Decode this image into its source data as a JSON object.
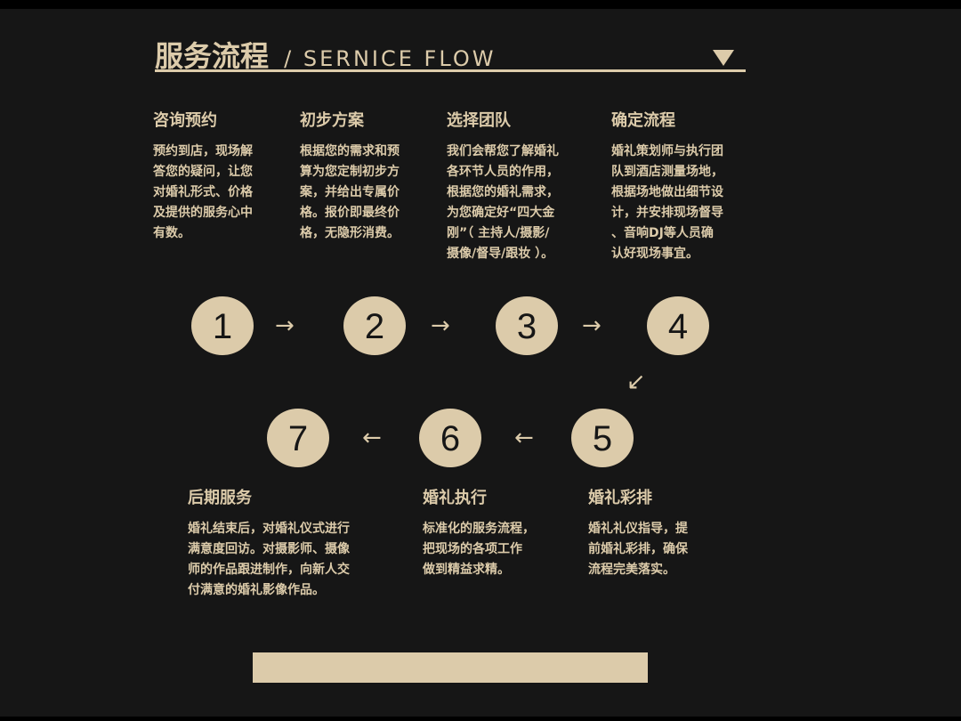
{
  "header": {
    "title": "服务流程",
    "slash": "/",
    "subtitle": "SERNICE FLOW"
  },
  "steps": [
    {
      "num": "1",
      "title": "咨询预约",
      "lines": [
        "预约到店，现场解",
        "答您的疑问，让您",
        "对婚礼形式、价格",
        "及提供的服务心中",
        "有数。"
      ]
    },
    {
      "num": "2",
      "title": "初步方案",
      "lines": [
        "根据您的需求和预",
        "算为您定制初步方",
        "案，并给出专属价",
        "格。报价即最终价",
        "格，无隐形消费。"
      ]
    },
    {
      "num": "3",
      "title": "选择团队",
      "lines": [
        "我们会帮您了解婚礼",
        "各环节人员的作用，",
        "根据您的婚礼需求，",
        "为您确定好“四大金",
        "刚”（ 主持人/摄影/",
        "摄像/督导/跟妆 ）。"
      ]
    },
    {
      "num": "4",
      "title": "确定流程",
      "lines": [
        "婚礼策划师与执行团",
        "队到酒店测量场地，",
        "根据场地做出细节设",
        "计，并安排现场督导",
        "、音响DJ等人员确",
        "认好现场事宜。"
      ]
    },
    {
      "num": "5",
      "title": "婚礼彩排",
      "lines": [
        "婚礼礼仪指导，提",
        "前婚礼彩排，确保",
        "流程完美落实。"
      ]
    },
    {
      "num": "6",
      "title": "婚礼执行",
      "lines": [
        "标准化的服务流程，",
        "把现场的各项工作",
        "做到精益求精。"
      ]
    },
    {
      "num": "7",
      "title": "后期服务",
      "lines": [
        "婚礼结束后，对婚礼仪式进行",
        "满意度回访。对摄影师、摄像",
        "师的作品跟进制作，向新人交",
        "付满意的婚礼影像作品。"
      ]
    }
  ],
  "arrows": {
    "right": "→",
    "left": "←",
    "down_left": "↙"
  },
  "colors": {
    "accent": "#dccbaa",
    "background": "#161616"
  }
}
